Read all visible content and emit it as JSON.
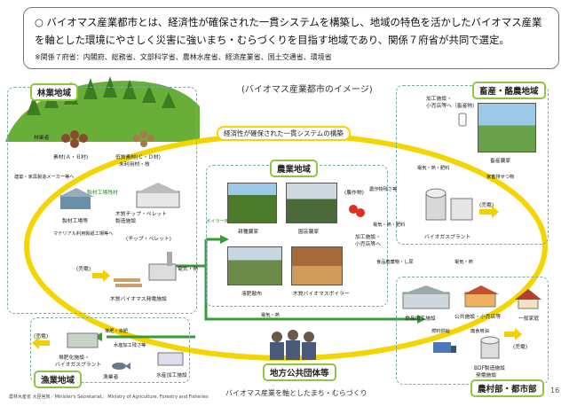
{
  "header": {
    "line1": "○ バイオマス産業都市とは、経済性が確保された一貫システムを構築し、地域の特色を活かしたバイオマス産業",
    "line2": "を軸とした環境にやさしく災害に強いまち・むらづくりを目指す地域であり、関係７府省が共同で選定。",
    "note": "※関係７府省：内閣府、総務省、文部科学省、農林水産省、経済産業省、国土交通省、環境省"
  },
  "diagram": {
    "title": "(バイオマス産業都市のイメージ)",
    "system_label": "経済性が確保された一貫システムの構築",
    "bottom_caption": "バイオマス産業を軸としたまち・むらづくり",
    "page_number": "16",
    "footer_source": "農林水産省 大臣官房／Minister's Secretariat， Ministry of Agriculture, Forestry and Fisheries"
  },
  "regions": {
    "forestry": "林業地域",
    "livestock": "畜産・酪農地域",
    "agriculture": "農業地域",
    "fishery": "漁業地域",
    "rural_urban": "農村部・都市部",
    "local_gov": "地方公共団体等"
  },
  "forestry": {
    "forest_house": "林業者",
    "timber_a": "素材(Ａ・Ｂ材)",
    "timber_c": "低質素材(Ｃ・Ｄ材)",
    "unused": "未利用材・枝",
    "building_material": "建築・家具製造メーカー等へ",
    "mill": "製材工場等",
    "mill_residue": "製材工場残材",
    "chip_plant": "木質チップ・ペレット製造施設",
    "material_use": "マテリアル利用製紙工場等へ",
    "chip_pellet": "(チップ・ペレット)",
    "power_plant": "木質バイオマス発電施設",
    "electricity": "(売電)",
    "power_heat": "電気・熱"
  },
  "livestock": {
    "processing": "加工施設・小売店等へ（畜産物）",
    "farmer": "畜産農家",
    "flow1": "電気・熱・肥料",
    "flow2": "家畜排せつ物",
    "flow3": "電気・熱・肥料",
    "biogas": "バイオガスプラント",
    "electricity": "(売電)",
    "food_waste": "食品廃棄物・し尿",
    "power_heat": "電気・熱"
  },
  "agriculture": {
    "boiler_heat": "ボイラー用燃料",
    "crops": "(農作物)",
    "processing": "加工施設・小売店等へ",
    "residue": "農作物残さ等",
    "power_fert": "電気・熱・肥料",
    "field": "耕種農家",
    "greenhouse": "園芸農家",
    "compost": "液肥散布",
    "boiler": "木質バイオマスボイラー",
    "heat_power": "電気・熱"
  },
  "fishery": {
    "electricity": "(売電)",
    "fertilizer": "堆肥・液肥",
    "plant": "堆肥化施設・バイオガスプラント",
    "fish_waste": "水産加工残さ等",
    "fisher": "漁業者",
    "processing": "水産加工施設"
  },
  "rural": {
    "food": "食品加工施設",
    "public": "公共施設・小売店等",
    "home": "一般家庭",
    "cooking_oil": "廃食用油",
    "bdf_plant": "BDF製造施設発電施設",
    "electricity": "(売電)",
    "fuel": "燃料供給"
  }
}
